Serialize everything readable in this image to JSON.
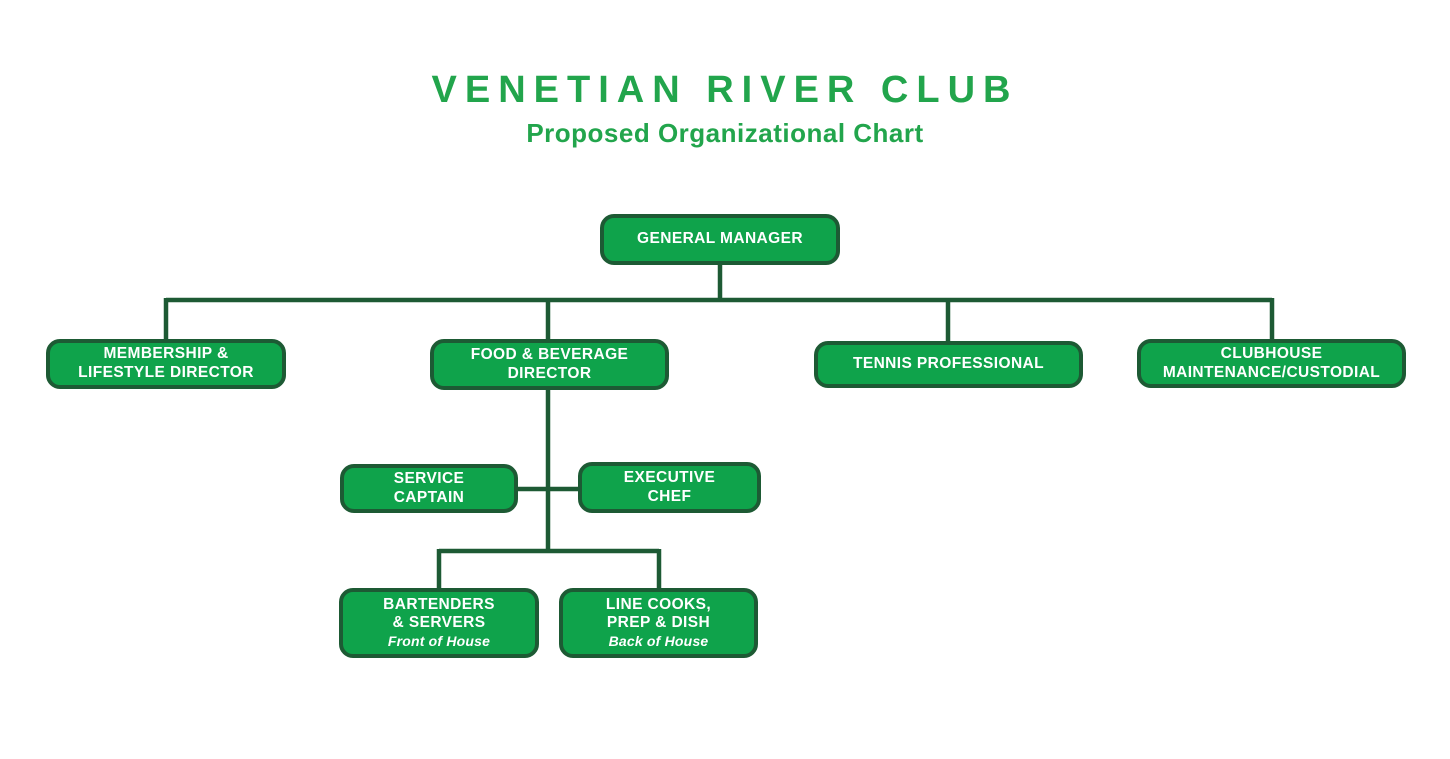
{
  "title": "VENETIAN RIVER CLUB",
  "subtitle": "Proposed Organizational Chart",
  "colors": {
    "title_green": "#22a54c",
    "box_fill": "#0fa34b",
    "box_border": "#1d5a34",
    "line": "#1d5a34",
    "text": "#ffffff"
  },
  "nodes": {
    "general_manager": {
      "lines": [
        "GENERAL MANAGER"
      ]
    },
    "membership": {
      "lines": [
        "MEMBERSHIP &",
        "LIFESTYLE DIRECTOR"
      ]
    },
    "food_beverage": {
      "lines": [
        "FOOD & BEVERAGE",
        "DIRECTOR"
      ]
    },
    "tennis": {
      "lines": [
        "TENNIS PROFESSIONAL"
      ]
    },
    "clubhouse": {
      "lines": [
        "CLUBHOUSE",
        "MAINTENANCE/CUSTODIAL"
      ]
    },
    "service_captain": {
      "lines": [
        "SERVICE",
        "CAPTAIN"
      ]
    },
    "executive_chef": {
      "lines": [
        "EXECUTIVE",
        "CHEF"
      ]
    },
    "bartenders": {
      "lines": [
        "BARTENDERS",
        "& SERVERS"
      ],
      "note": "Front of House"
    },
    "line_cooks": {
      "lines": [
        "LINE COOKS,",
        "PREP & DISH"
      ],
      "note": "Back of House"
    }
  },
  "hierarchy": {
    "GENERAL MANAGER": [
      "MEMBERSHIP & LIFESTYLE DIRECTOR",
      "FOOD & BEVERAGE DIRECTOR",
      "TENNIS PROFESSIONAL",
      "CLUBHOUSE MAINTENANCE/CUSTODIAL"
    ],
    "FOOD & BEVERAGE DIRECTOR": [
      "SERVICE CAPTAIN",
      "EXECUTIVE CHEF",
      "BARTENDERS & SERVERS (Front of House)",
      "LINE COOKS, PREP & DISH (Back of House)"
    ]
  }
}
